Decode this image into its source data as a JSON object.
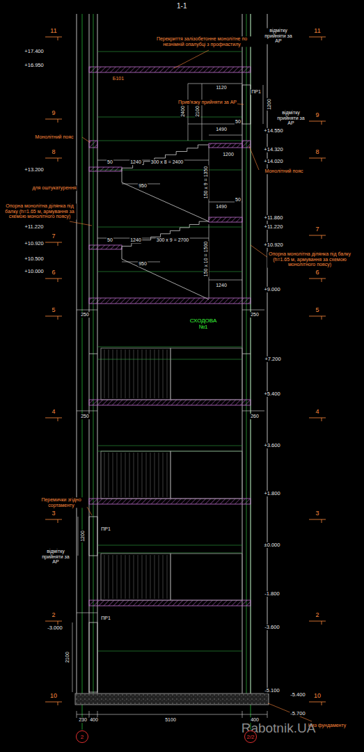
{
  "diagram": {
    "title": "1-1",
    "nodes": [
      {
        "text": [
          "2"
        ]
      },
      {
        "text": [
          "2/2"
        ]
      }
    ],
    "labels": [
      "11",
      "+17.400",
      "+16.950",
      "9",
      "Монолітний пояс",
      "8",
      "+13.200",
      "для оштукатурення",
      "Опорна монолітна ділянка під балку (h=1.65 м, армування за схемою монолітного поясу)",
      "+11.220",
      "7",
      "+10.920",
      "+10.500",
      "+10.000",
      "6",
      "5",
      "4",
      "Перемички згідно сортаменту",
      "3",
      "1200",
      "відмітку прийняти за АР",
      "ПР1",
      "2",
      "-3.000",
      "250",
      "ПР1",
      "2100",
      "10",
      "230",
      "400",
      "5100",
      "400",
      "11",
      "відмітку прийняти за АР",
      "ПР1",
      "1200",
      "відмітку прийняти за АР",
      "9",
      "+14.550",
      "+14.320",
      "8",
      "+14.020",
      "Монолітний пояс",
      "+11.860",
      "+11.220",
      "7",
      "+10.920",
      "Опорна монолітна ділянка під балку (h=1.65 м, армування за схемою монолітного поясу)",
      "6",
      "+9.000",
      "5",
      "250",
      "+7.200",
      "+5.400",
      "4",
      "260",
      "+3.600",
      "+1.800",
      "3",
      "±0.000",
      "-1.800",
      "2",
      "-3.600",
      "-5.100",
      "-5.400",
      "10",
      "-5.700",
      "Низ фундаменту",
      "Перекриття залізобетонне монолітне по незнімній опалубці з профнастилу",
      "Б101",
      "1120",
      "Прив'язку прийняти за АР",
      "2400",
      "2100",
      "1490",
      "50",
      "1200",
      "50",
      "1240",
      "300 x 8 = 2400",
      "950",
      "150 x 9 = 1350",
      "1490",
      "50",
      "50",
      "1240",
      "300 x 9 = 2700",
      "950",
      "150 x 10 = 1500",
      "1240",
      "250",
      "СХОДОВА №1",
      "Rabotnik.UA"
    ]
  }
}
